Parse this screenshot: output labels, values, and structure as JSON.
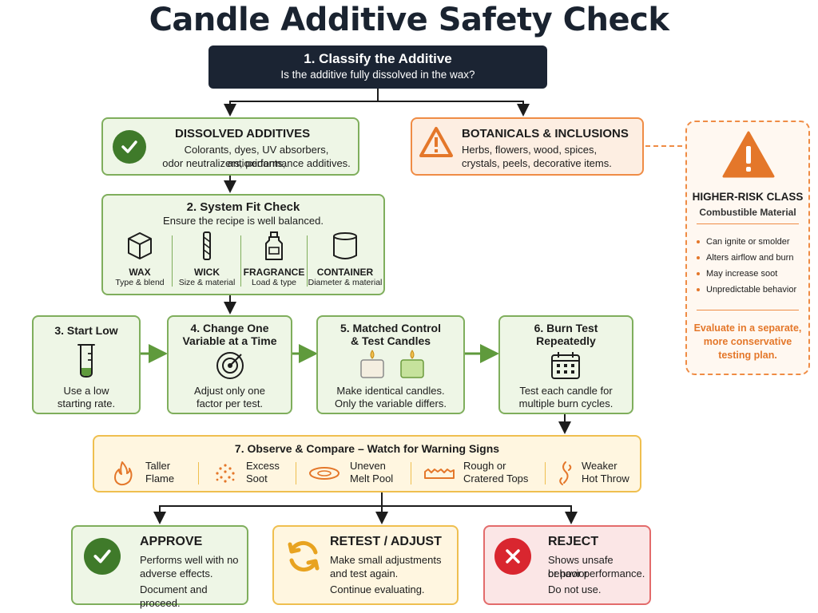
{
  "title": "Candle Additive Safety Check",
  "step1": {
    "title": "1. Classify the Additive",
    "question": "Is the additive fully dissolved in the wax?"
  },
  "dissolved": {
    "title": "DISSOLVED ADDITIVES",
    "line1": "Colorants, dyes, UV absorbers, antioxidants,",
    "line2": "odor neutralizers, performance additives."
  },
  "botanicals": {
    "title": "BOTANICALS & INCLUSIONS",
    "line1": "Herbs, flowers, wood, spices,",
    "line2": "crystals, peels, decorative items."
  },
  "risk": {
    "title": "HIGHER-RISK CLASS",
    "subtitle": "Combustible Material",
    "bullets": [
      "Can ignite or smolder",
      "Alters airflow and burn",
      "May increase soot",
      "Unpredictable behavior"
    ],
    "note1": "Evaluate in a separate,",
    "note2": "more conservative",
    "note3": "testing plan."
  },
  "step2": {
    "title": "2. System Fit Check",
    "subtitle": "Ensure the recipe is well balanced.",
    "items": [
      {
        "label": "WAX",
        "sub": "Type & blend"
      },
      {
        "label": "WICK",
        "sub": "Size & material"
      },
      {
        "label": "FRAGRANCE",
        "sub": "Load & type"
      },
      {
        "label": "CONTAINER",
        "sub": "Diameter & material"
      }
    ]
  },
  "step3": {
    "title": "3. Start Low",
    "line1": "Use a low",
    "line2": "starting rate."
  },
  "step4": {
    "title1": "4. Change One",
    "title2": "Variable at a Time",
    "line1": "Adjust only one",
    "line2": "factor per test."
  },
  "step5": {
    "title1": "5. Matched Control",
    "title2": "& Test Candles",
    "line1": "Make identical candles.",
    "line2": "Only the variable differs."
  },
  "step6": {
    "title1": "6. Burn Test",
    "title2": "Repeatedly",
    "line1": "Test each candle for",
    "line2": "multiple burn cycles."
  },
  "step7": {
    "title": "7. Observe & Compare – Watch for Warning Signs",
    "signs": [
      {
        "l1": "Taller",
        "l2": "Flame"
      },
      {
        "l1": "Excess",
        "l2": "Soot"
      },
      {
        "l1": "Uneven",
        "l2": "Melt Pool"
      },
      {
        "l1": "Rough or",
        "l2": "Cratered Tops"
      },
      {
        "l1": "Weaker",
        "l2": "Hot Throw"
      }
    ]
  },
  "approve": {
    "title": "APPROVE",
    "line1": "Performs well with no",
    "line2": "adverse effects.",
    "line3": "Document and proceed."
  },
  "retest": {
    "title": "RETEST / ADJUST",
    "line1": "Make small adjustments",
    "line2": "and test again.",
    "line3": "Continue evaluating."
  },
  "reject": {
    "title": "REJECT",
    "line1": "Shows unsafe behavior",
    "line2": "or poor performance.",
    "line3": "Do not use."
  },
  "colors": {
    "green": "#3f7a2a",
    "orange": "#e4772a",
    "yellow": "#e8a320",
    "red": "#d9262f",
    "dark": "#1b2433"
  }
}
